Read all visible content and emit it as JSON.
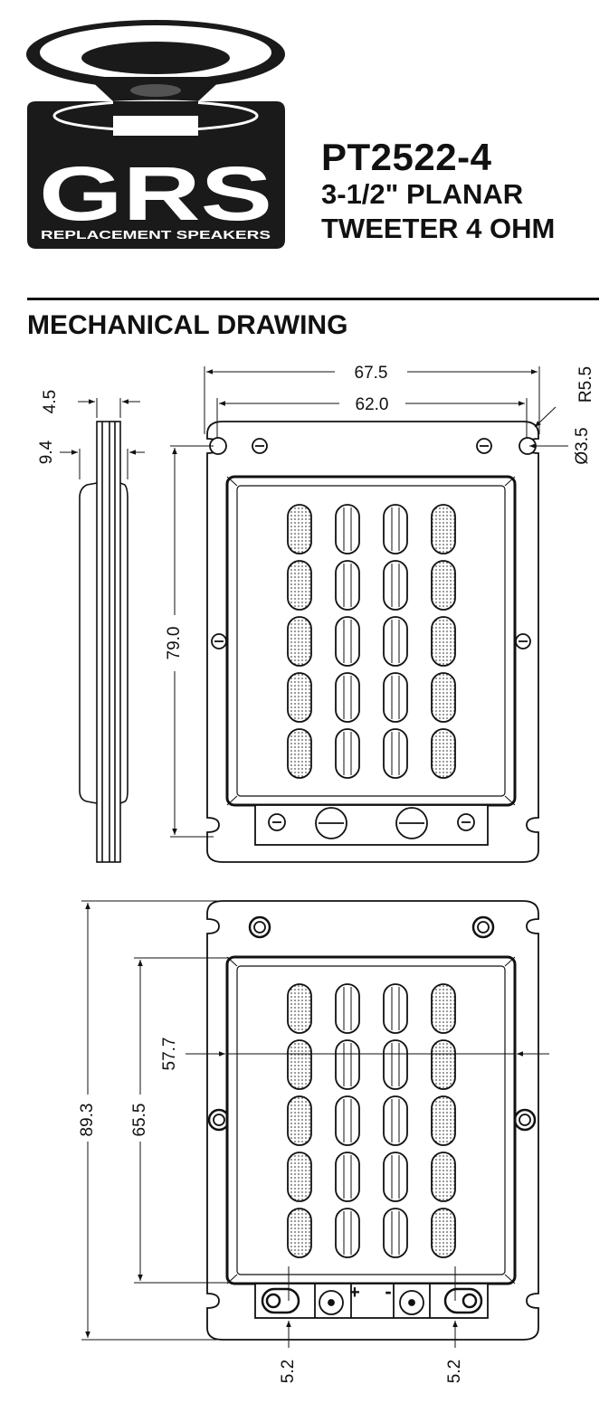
{
  "logo": {
    "brand": "GRS",
    "tagline": "REPLACEMENT SPEAKERS"
  },
  "product": {
    "model": "PT2522-4",
    "line1": "3-1/2\" PLANAR",
    "line2": "TWEETER 4 OHM"
  },
  "section_title": "MECHANICAL DRAWING",
  "dimensions": {
    "side_thickness": "4.5",
    "side_depth": "9.4",
    "overall_width": "67.5",
    "hole_spacing": "62.0",
    "corner_radius": "R5.5",
    "hole_diameter": "Ø3.5",
    "hole_height": "79.0",
    "overall_height": "89.3",
    "grille_height": "65.5",
    "center_offset": "57.7",
    "terminal_left": "5.2",
    "terminal_right": "5.2"
  },
  "terminals": {
    "positive": "+",
    "negative": "-"
  },
  "colors": {
    "ink": "#111111",
    "logo_bg": "#1a1a1a",
    "logo_fg": "#ffffff"
  }
}
